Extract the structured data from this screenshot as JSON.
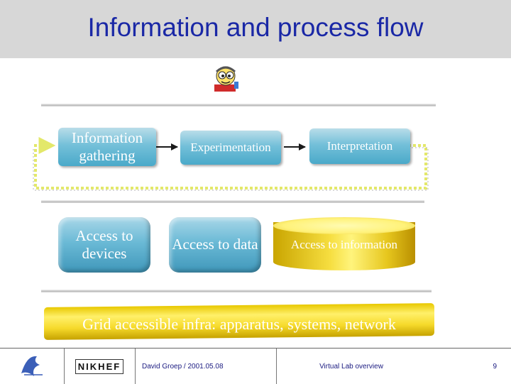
{
  "slide": {
    "title": "Information and process flow"
  },
  "process": {
    "steps": [
      "Information gathering",
      "Experimentation",
      "Interpretation"
    ]
  },
  "access": {
    "devices": "Access to devices",
    "data": "Access to data",
    "information": "Access to information"
  },
  "infra": {
    "label": "Grid accessible infra: apparatus, systems, network"
  },
  "footer": {
    "nikhef": "NIKHEF",
    "author_date": "David Groep / 2001.05.08",
    "topic": "Virtual Lab overview",
    "page": "9"
  },
  "colors": {
    "title": "#1a28a6",
    "box_blue": "#5ab4d3",
    "cylinder_yellow": "#f6de40",
    "loop_yellow": "#e3e86a"
  }
}
